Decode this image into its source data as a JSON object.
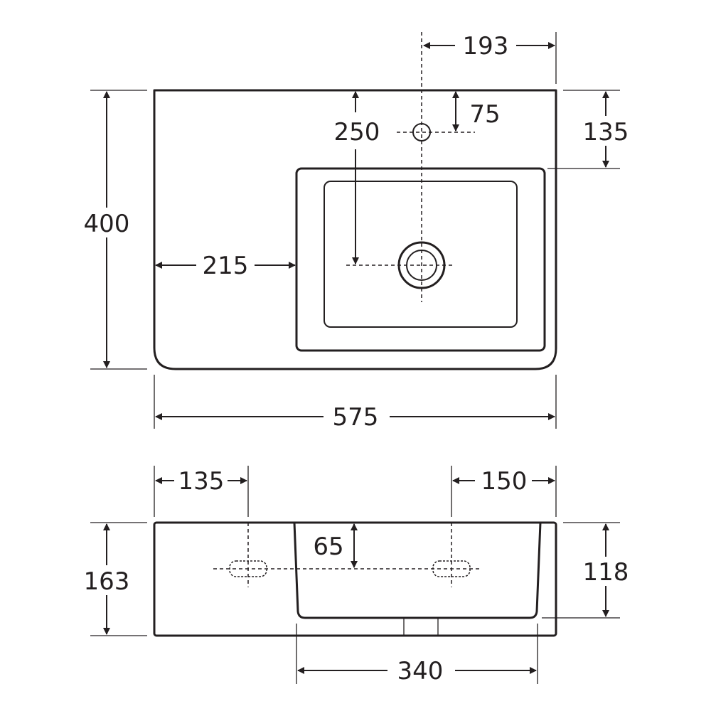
{
  "dimensions": {
    "top_tap_offset_right": "193",
    "tap_hole_from_back": "75",
    "bowl_from_back": "135",
    "waste_from_back": "250",
    "overall_depth": "400",
    "deck_width": "215",
    "overall_width": "575",
    "side_left_offset": "135",
    "side_right_offset": "150",
    "overflow_depth": "65",
    "overall_height": "163",
    "bowl_height": "118",
    "bowl_width": "340"
  }
}
